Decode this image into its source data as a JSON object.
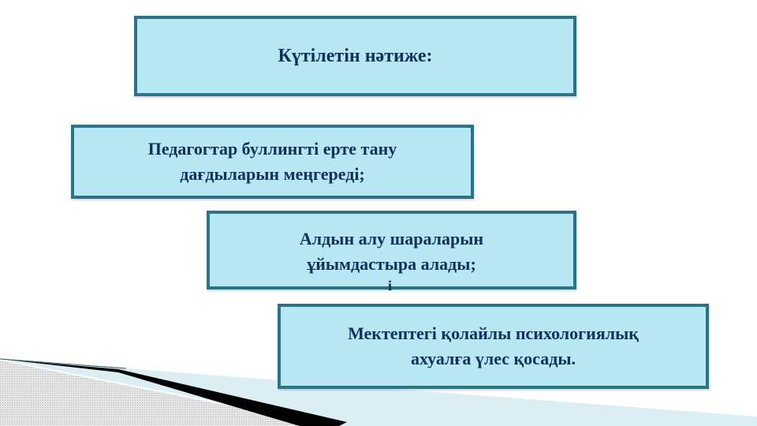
{
  "title": "Күтілетін нәтиже:",
  "items": [
    "Педагогтар буллингті ерте тану\nдағдыларын меңгереді;",
    "Алдын алу шараларын\nұйымдастыра алады;",
    "Мектептегі қолайлы психологиялық\nахуалға үлес қосады."
  ],
  "stray_mark": "і",
  "colors": {
    "box_fill": "#b6e7f3",
    "box_border": "#2b7386",
    "text": "#11305c"
  }
}
